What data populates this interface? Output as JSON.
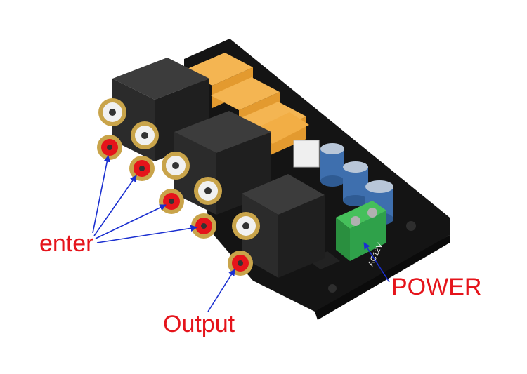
{
  "image": {
    "subject": "audio input selector relay board with RCA jacks",
    "labels": {
      "enter": "enter",
      "output": "Output",
      "power": "POWER"
    },
    "board_silkscreen": {
      "terminal": "AC12V"
    },
    "colors": {
      "background": "#ffffff",
      "pcb": "#121212",
      "jack_housing": "#2a2a2a",
      "relay": "#f0a53a",
      "capacitor": "#3e6fae",
      "terminal_block": "#2fa14a",
      "annotation_arrow": "#1a2fd0",
      "annotation_text": "#e5141b"
    }
  }
}
